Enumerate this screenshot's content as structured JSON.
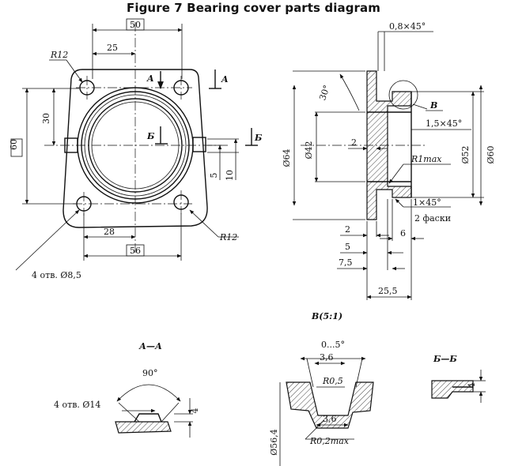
{
  "title": "Figure 7 Bearing cover parts diagram",
  "front_view": {
    "dim_top_width": "50",
    "dim_hole_half": "25",
    "radius_top": "R12",
    "radius_bottom": "R12",
    "dim_height": "60",
    "dim_hole_vertical": "30",
    "dim_hole_bottom": "28",
    "dim_bottom_width": "56",
    "dim_slot_5": "5",
    "dim_slot_10": "10",
    "section_mark_a": "A",
    "section_mark_b": "Б",
    "holes_note": "4 отв. Ø8,5"
  },
  "side_view": {
    "chamfer_top": "0,8×45°",
    "angle": "30°",
    "detail_mark": "В",
    "chamfer_mid": "1,5×45°",
    "dia_64": "Ø64",
    "dia_42": "Ø42",
    "dia_52": "Ø52",
    "dia_60": "Ø60",
    "dim_2_inner": "2",
    "radius_max": "R1max",
    "chamfer_bottom": "1×45°",
    "chamfer_note": "2 фаски",
    "dim_2": "2",
    "dim_5": "5",
    "dim_6": "6",
    "dim_7_5": "7,5",
    "dim_25_5": "25,5"
  },
  "section_aa": {
    "label": "А—А",
    "angle": "90°",
    "holes_note": "4 отв. Ø14",
    "depth": "4"
  },
  "detail_v": {
    "label": "В(5:1)",
    "angle_range": "0...5°",
    "dim_top": "3,6",
    "radius_top": "R0,5",
    "dim_bottom": "3,6",
    "radius_bottom": "R0,2max",
    "diameter": "Ø56,4"
  },
  "section_bb": {
    "label": "Б—Б",
    "depth": "4"
  }
}
